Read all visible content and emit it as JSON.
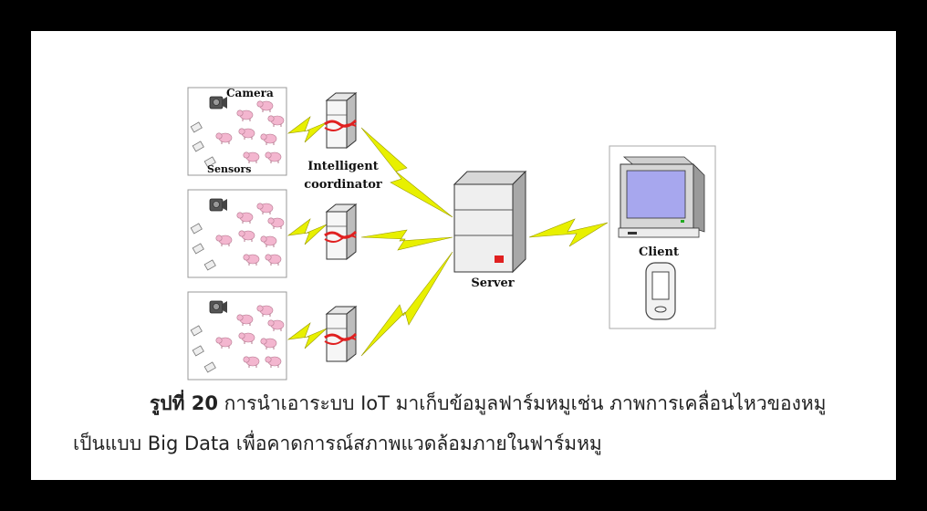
{
  "diagram": {
    "labels": {
      "camera": "Camera",
      "sensors": "Sensors",
      "coordinator_line1": "Intelligent",
      "coordinator_line2": "coordinator",
      "server": "Server",
      "client": "Client"
    },
    "icons": [
      "camera-icon",
      "sensor-icon",
      "pig-icon",
      "coordinator-tower-icon",
      "server-icon",
      "monitor-icon",
      "smartphone-icon",
      "lightning-link-icon"
    ],
    "colors": {
      "lightning": "#e8f000",
      "accent_red": "#e02020",
      "screen": "#a7a7ee"
    }
  },
  "caption": {
    "figure_label": "รูปที่ 20",
    "line1_text": " การนำเอาระบบ IoT มาเก็บข้อมูลฟาร์มหมูเช่น ภาพการเคลื่อนไหวของหมู",
    "line2_text": "เป็นแบบ Big Data เพื่อคาดการณ์สภาพแวดล้อมภายในฟาร์มหมู"
  }
}
